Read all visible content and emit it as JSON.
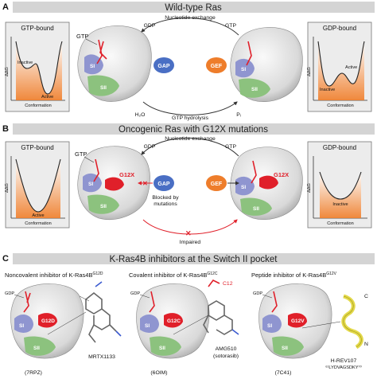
{
  "panel_a": {
    "letter": "A",
    "title": "Wild-type Ras",
    "left_plot": {
      "title": "GTP-bound",
      "ylabel": "ΔΔG",
      "xlabel": "Conformation",
      "states": [
        "Inactive",
        "Active"
      ]
    },
    "right_plot": {
      "title": "GDP-bound",
      "ylabel": "ΔΔG",
      "xlabel": "Conformation",
      "states": [
        "Inactive",
        "Active"
      ]
    },
    "arrows": {
      "top_label": "Nucleotide exchange",
      "gdp_left": "GDP",
      "gtp_right": "GTP",
      "bottom_label": "GTP hydrolysis",
      "h2o": "H₂O",
      "pi": "Pᵢ"
    },
    "enzymes": {
      "gap": "GAP",
      "gef": "GEF"
    },
    "structure_labels": {
      "gtp": "GTP",
      "s1": "SI",
      "s2": "SII"
    }
  },
  "panel_b": {
    "letter": "B",
    "title": "Oncogenic Ras with G12X mutations",
    "left_plot": {
      "title": "GTP-bound",
      "ylabel": "ΔΔG",
      "xlabel": "Conformation",
      "state": "Active"
    },
    "right_plot": {
      "title": "GDP-bound",
      "ylabel": "ΔΔG",
      "xlabel": "Conformation",
      "state": "Inactive"
    },
    "arrows": {
      "top_label": "Nucleotide exchange",
      "gdp_left": "GDP",
      "gtp_right": "GTP",
      "blocked": [
        "Blocked by",
        "mutations"
      ],
      "impaired": "Impaired"
    },
    "enzymes": {
      "gap": "GAP",
      "gef": "GEF"
    },
    "structure_labels": {
      "gtp": "GTP",
      "g12x": "G12X",
      "s1": "SI",
      "s2": "SII"
    }
  },
  "panel_c": {
    "letter": "C",
    "title": "K-Ras4B inhibitors at the Switch II pocket",
    "items": [
      {
        "heading": "Noncovalent inhibitor of K-Ras4B",
        "sup": "G12D",
        "gdp": "GDP",
        "mut": "G12D",
        "drug": "MRTX1133",
        "pdb": "(7RPZ)",
        "s1": "SI",
        "s2": "SII"
      },
      {
        "heading": "Covalent inhibitor of K-Ras4B",
        "sup": "G12C",
        "gdp": "GDP",
        "mut": "G12C",
        "c12": "C12",
        "drug": "AMG510",
        "drug_alt": "(sotorasib)",
        "pdb": "(6OIM)",
        "s1": "SI",
        "s2": "SII"
      },
      {
        "heading": "Peptide inhibitor of K-Ras4B",
        "sup": "G12V",
        "gdp": "GDP",
        "mut": "G12V",
        "drug": "H-REV107",
        "drug_seq": "⁶¹LYDVAGSDKY⁷⁰",
        "pdb": "(7C41)",
        "c_term": "C",
        "n_term": "N",
        "s1": "SI",
        "s2": "SII"
      }
    ]
  },
  "colors": {
    "panel_header": "#d4d4d4",
    "gap": "#4a6fc4",
    "gef": "#ee7d2b",
    "switch1": "#8f95d0",
    "switch2": "#8cc27e",
    "g12x": "#e0202a",
    "well_orange": "#f08a3a",
    "impaired": "#e0202a"
  }
}
